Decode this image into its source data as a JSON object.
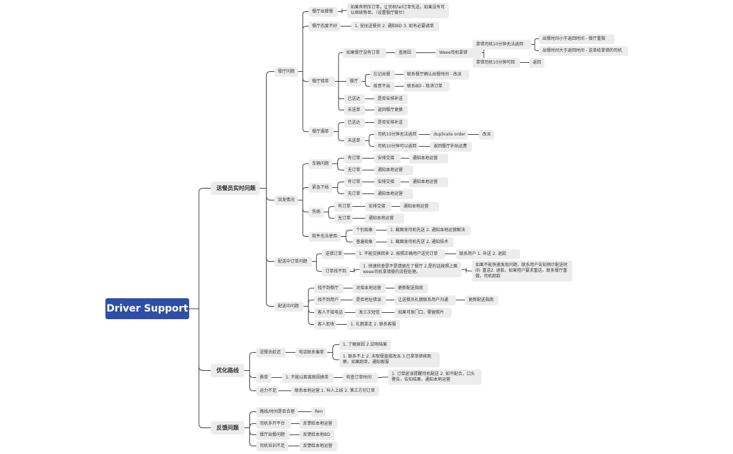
{
  "root": "Driver Support",
  "colors": {
    "root_bg": "#2f4fa6",
    "node_bg": "#ececec",
    "link": "#444444"
  },
  "texts": {
    "n_l2_realtime": "送餐员实时问题",
    "n_l2_route": "优化路线",
    "n_l2_feedback": "反馈问题",
    "n_l3_restaurant": "餐厅问题",
    "n_l3_emergency": "突发情况",
    "n_l3_delivering": "配送中订单问题",
    "n_l3_midway": "配送中问题",
    "n_l4_slowfood": "餐厅出餐慢",
    "n_l5_slowfood": "如果有积压订单，让司机fail订单先送，如果没有可以继续等单。（设置餐厅繁忙）",
    "n_l4_attitude": "餐厅态度不好",
    "n_l5_attitude": "1. 安抚送餐员 2. 通知BD 3. 如有必要调单",
    "n_l4_wrongorder": "餐厅错单",
    "n_w_noorder": "如果餐厅没有订单",
    "n_w_checkimg": "查原因",
    "n_w_weee_wrong": "Weee司机拿错",
    "n_w_cannot_return": "拿错司机10分钟无法返回",
    "n_w_small": "出餐时间小于返回时间 - 餐厅重做",
    "n_w_large": "出餐时间大于返回时间 - 送单给拿错的司机",
    "n_w_can_return": "拿错司机10分钟可回",
    "n_w_return": "返回",
    "n_w_restaurant": "餐厅",
    "n_w_forgot": "忘记出餐",
    "n_w_confirm_time": "联系餐厅确认出餐时间 - 改派",
    "n_w_no_out": "故意不出",
    "n_w_bd_cancel": "联系BD - 取消订单",
    "n_w_sent": "已送达",
    "n_w_sent_a": "是否安排补送",
    "n_w_unsent": "未送单",
    "n_w_unsent_a": "返回餐厅更换",
    "n_l4_missing": "餐厅漏单",
    "n_m_sent": "已送达",
    "n_m_sent_a": "是否安排补送",
    "n_m_unsent": "未送单",
    "n_m_cant_return": "司机10分钟无法返回",
    "n_m_duplicate": "duplicate order",
    "n_m_reassign": "改派",
    "n_m_can_return": "司机10分钟可以返回",
    "n_m_compensate": "返回餐厅补贴运费",
    "n_l4_vehicle": "车辆问题",
    "n_v_has": "有订单",
    "n_v_has_a": "安排交接",
    "n_v_has_b": "通知本地运营",
    "n_v_no": "无订单",
    "n_v_no_a": "通知本地运营",
    "n_l4_offline": "紧急下线",
    "n_o_has": "有订单",
    "n_o_has_a": "安排交接",
    "n_o_has_b": "通知本地运营",
    "n_o_no": "无订单",
    "n_o_no_a": "通知本地运营",
    "n_l4_injury": "伤病",
    "n_i_has": "有订单",
    "n_i_has_a": "安排交接",
    "n_i_has_b": "通知本地运营",
    "n_i_no": "无订单",
    "n_i_no_a": "通知本地运营",
    "n_l4_software": "软件无法使用",
    "n_s_individual": "个别现象",
    "n_s_individual_a": "1. 截图发司机先送 2. 通知本地运营解决",
    "n_s_common": "普遍现象",
    "n_s_common_a": "1. 截图发司机先送 2. 通知技术",
    "n_l4_wrongdeliver": "送错订单",
    "n_wd_a": "1. 不能交换回来 2. 按照正确用户送完订单",
    "n_wd_b": "联系用户 1. 补送 2. 退款",
    "n_l4_notfound_order": "订单找不到",
    "n_nf_a": "1. 快速检查是不是遗留在了餐厅 2.是的话按照上面weee司机拿错餐的流程处理。",
    "n_nf_b": "如果不能快速发现问题，联系用户告知预计配送时间: 重送2. 退款。如果用户要求重送，联系餐厅重做，司机跑款",
    "n_l4_no_restaurant": "找不到餐厅",
    "n_nr_a": "对接本地运营",
    "n_nr_b": "更新配送指南",
    "n_l4_no_user": "找不到用户",
    "n_nu_a": "是否地址错误",
    "n_nu_b": "让送餐员礼貌联系用户沟通",
    "n_nu_c": "更新配送指南",
    "n_l4_no_answer": "客人不接电话",
    "n_na_a": "发三次短信",
    "n_na_b": "如果可放门口，需留照片",
    "n_l4_reject": "客人拒收",
    "n_rj_a": "1. 礼貌拿走 2. 联系客服",
    "n_r_delay": "送餐员延迟",
    "n_r_call": "电话联系催单",
    "n_r_call_a": "1. 了解原因 2.说明结果",
    "n_r_call_b": "1. 联系不上 2. 未取餐直接改派 3.已拿单继续观察，如果跑单，通知客服",
    "n_r_swap": "换单",
    "n_r_swap_a": "1. 不能以距离原因换单",
    "n_r_swap_b": "检查订单时间",
    "n_r_swap_c": "1. 订单延误提醒司机配送 2. 如不配合，口头警告，告知结果，通知本地运营",
    "n_r_capacity": "运力不足",
    "n_r_capacity_a": "联系本地运营 1. 叫人上线 2. 第三方切订单",
    "n_f_route": "路线/时间是否合理",
    "n_f_route_a": "Ren",
    "n_f_multi": "司机多开平台",
    "n_f_multi_a": "反馈给本地运营",
    "n_f_restaurant": "餐厅出餐问题",
    "n_f_restaurant_a": "反馈给本地BD",
    "n_f_training": "司机培训不足",
    "n_f_training_a": "反馈给本地运营"
  }
}
